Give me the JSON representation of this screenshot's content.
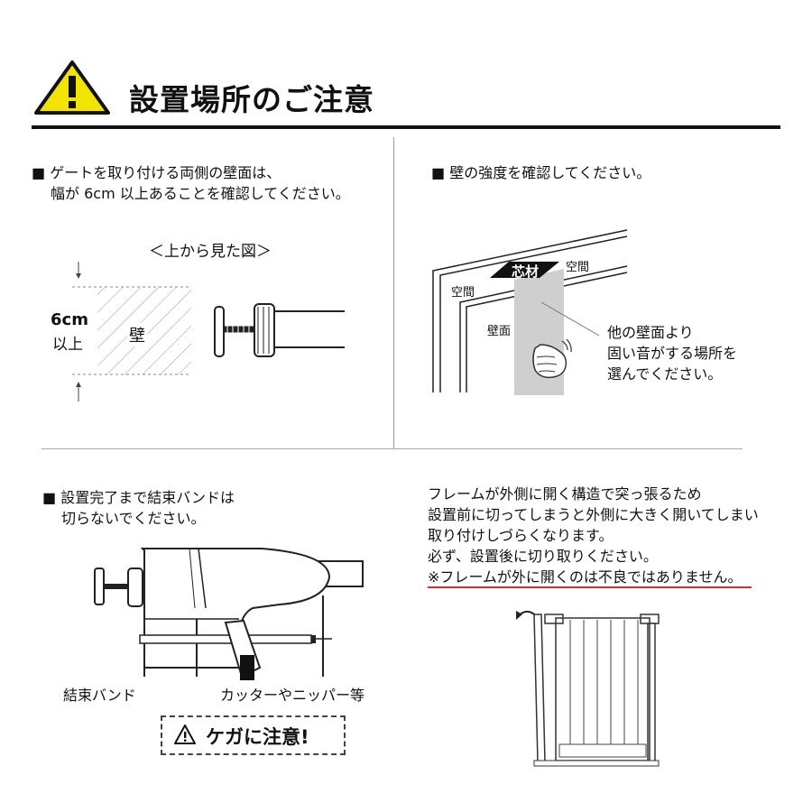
{
  "header": {
    "title": "設置場所のご注意",
    "icon": "warning-triangle-icon",
    "icon_color": "#f2e400"
  },
  "section1": {
    "line1": "■ ゲートを取り付ける両側の壁面は、",
    "line2": "幅が 6cm 以上あることを確認してください。",
    "view_label": "＜上から見た図＞",
    "dim_value": "6cm",
    "dim_suffix": "以上",
    "wall_label": "壁"
  },
  "section2": {
    "heading": "■ 壁の強度を確認してください。",
    "core_label": "芯材",
    "space_label_left": "空間",
    "space_label_right": "空間",
    "wall_surface_label": "壁面",
    "note_line1": "他の壁面より",
    "note_line2": "固い音がする場所を",
    "note_line3": "選んでください。"
  },
  "section3": {
    "line1": "■ 設置完了まで結束バンドは",
    "line2": "切らないでください。",
    "band_label": "結束バンド",
    "tool_label": "カッターやニッパー等",
    "caution": "ケガに注意!",
    "caution_icon": "warning-triangle-outline-icon"
  },
  "section4": {
    "line1": "フレームが外側に開く構造で突っ張るため",
    "line2": "設置前に切ってしまうと外側に大きく開いてしまい",
    "line3": "取り付けしづらくなります。",
    "line4": "必ず、設置後に切り取りください。",
    "line5": "※フレームが外に開くのは不良ではありません。",
    "accent_color": "#d62f2f"
  }
}
